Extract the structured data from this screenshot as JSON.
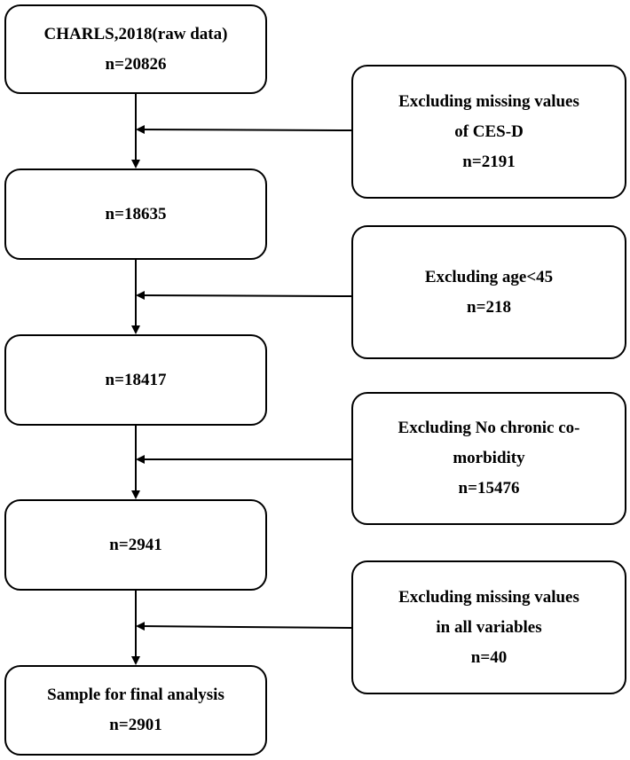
{
  "main_boxes": [
    {
      "lines": [
        "CHARLS,2018(raw data)",
        "n=20826"
      ]
    },
    {
      "lines": [
        "n=18635"
      ]
    },
    {
      "lines": [
        "n=18417"
      ]
    },
    {
      "lines": [
        "n=2941"
      ]
    },
    {
      "lines": [
        "Sample for final analysis",
        "n=2901"
      ]
    }
  ],
  "exclusion_boxes": [
    {
      "lines": [
        "Excluding missing values",
        "of CES-D",
        "n=2191"
      ]
    },
    {
      "lines": [
        "Excluding age<45",
        "n=218"
      ]
    },
    {
      "lines": [
        "Excluding No chronic co-",
        "morbidity",
        "n=15476"
      ]
    },
    {
      "lines": [
        "Excluding missing values",
        "in all variables",
        "n=40"
      ]
    }
  ],
  "colors": {
    "stroke": "#000000",
    "fill": "#ffffff"
  }
}
